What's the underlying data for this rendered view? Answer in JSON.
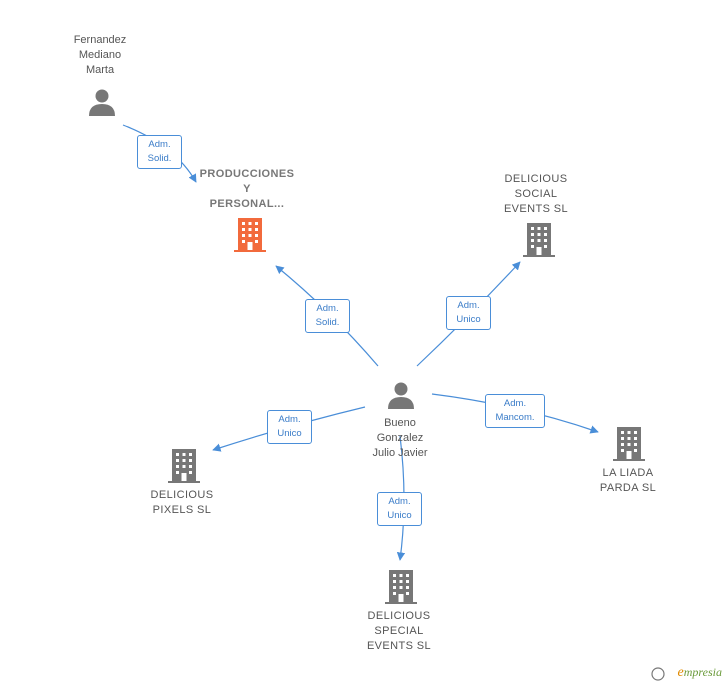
{
  "nodes": {
    "fernandez": {
      "label": "Fernandez\nMediano\nMarta"
    },
    "producciones": {
      "label": "PRODUCCIONES\nY\nPERSONAL..."
    },
    "social": {
      "label": "DELICIOUS\nSOCIAL\nEVENTS  SL"
    },
    "bueno": {
      "label": "Bueno\nGonzalez\nJulio Javier"
    },
    "pixels": {
      "label": "DELICIOUS\nPIXELS  SL"
    },
    "liada": {
      "label": "LA LIADA\nPARDA  SL"
    },
    "special": {
      "label": "DELICIOUS\nSPECIAL\nEVENTS  SL"
    }
  },
  "edges": {
    "fernandez_producciones": {
      "line1": "Adm.",
      "line2": "Solid."
    },
    "bueno_producciones": {
      "line1": "Adm.",
      "line2": "Solid."
    },
    "bueno_social": {
      "line1": "Adm.",
      "line2": "Unico"
    },
    "bueno_pixels": {
      "line1": "Adm.",
      "line2": "Unico"
    },
    "bueno_liada": {
      "line1": "Adm.",
      "line2": "Mancom."
    },
    "bueno_special": {
      "line1": "Adm.",
      "line2": "Unico"
    }
  },
  "colors": {
    "edge": "#4a8ed8",
    "person": "#777777",
    "company": "#777777",
    "highlight": "#f26a3c"
  },
  "footer": {
    "copyright": "©",
    "brand_initial": "e",
    "brand_rest": "mpresia"
  }
}
